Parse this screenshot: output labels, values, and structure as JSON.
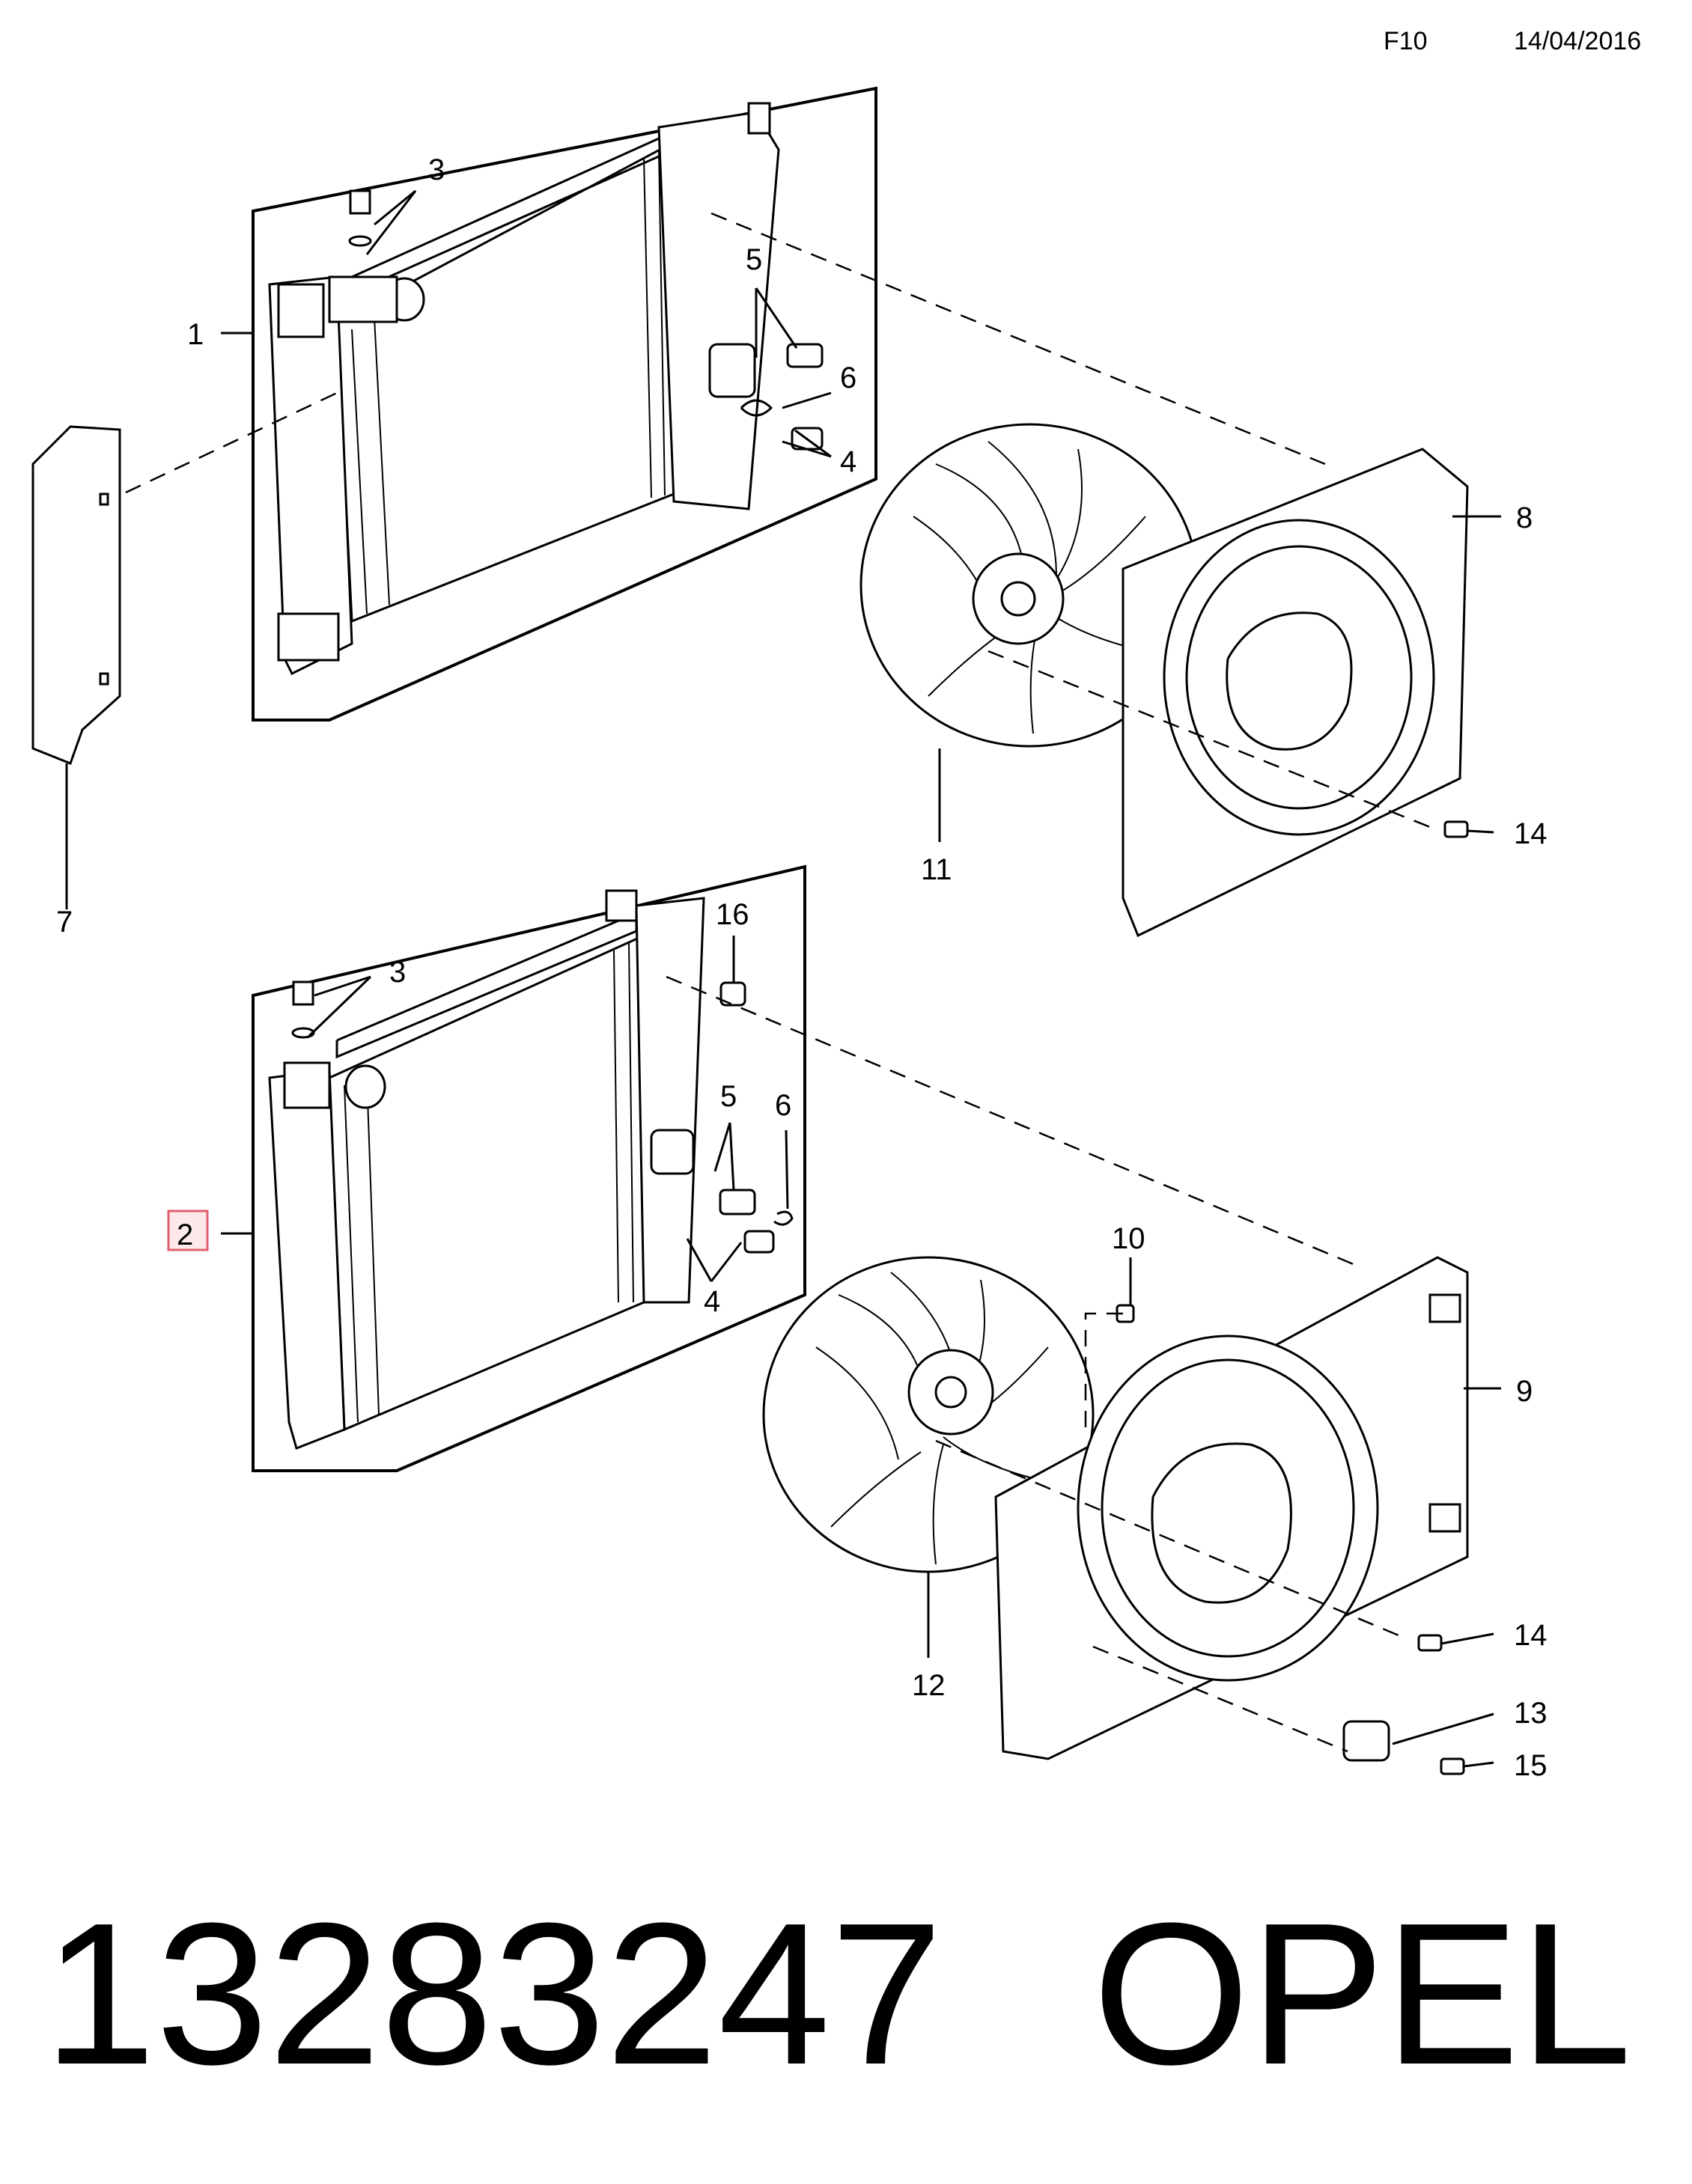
{
  "header": {
    "code": "F10",
    "date": "14/04/2016"
  },
  "callouts": {
    "c1": "1",
    "c2": "2",
    "c3a": "3",
    "c3b": "3",
    "c4a": "4",
    "c4b": "4",
    "c5a": "5",
    "c5b": "5",
    "c6a": "6",
    "c6b": "6",
    "c7": "7",
    "c8": "8",
    "c9": "9",
    "c10": "10",
    "c11": "11",
    "c12": "12",
    "c13": "13",
    "c14a": "14",
    "c14b": "14",
    "c15": "15",
    "c16": "16"
  },
  "highlighted_callout": "2",
  "footer": {
    "part_number": "13283247",
    "brand": "OPEL"
  }
}
